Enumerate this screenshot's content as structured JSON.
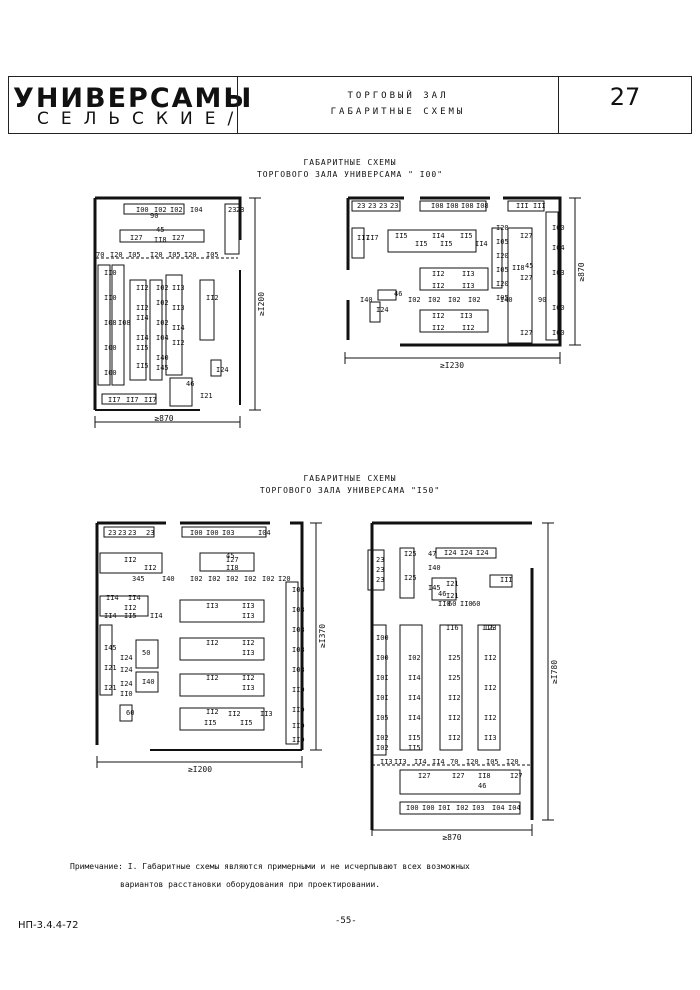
{
  "header": {
    "title": "УНИВЕРСАМЫ",
    "subtitle": "СЕЛЬСКИЕ/",
    "section_line1": "ТОРГОВЫЙ ЗАЛ",
    "section_line2": "ГАБАРИТНЫЕ СХЕМЫ",
    "page_number": "27"
  },
  "caption1": {
    "line1": "ГАБАРИТНЫЕ СХЕМЫ",
    "line2": "ТОРГОВОГО ЗАЛА УНИВЕРСАМА \" I00\""
  },
  "caption2": {
    "line1": "ГАБАРИТНЫЕ СХЕМЫ",
    "line2": "ТОРГОВОГО ЗАЛА УНИВЕРСАМА \"I50\""
  },
  "plans": {
    "p1": {
      "width": "≥870",
      "height": "≥I200"
    },
    "p2": {
      "width": "≥I230",
      "height": "≥870"
    },
    "p3": {
      "width": "≥I200",
      "height": "≥I370"
    },
    "p4": {
      "width": "≥870",
      "height": "≥I780"
    }
  },
  "labels": {
    "p1_top": [
      "I00",
      "I02",
      "I02",
      "I04"
    ],
    "p1_side": [
      "23",
      "23"
    ],
    "p1_row": [
      "70",
      "I20",
      "I05",
      "I20",
      "I05",
      "I20",
      "I05"
    ],
    "p1_bottom": [
      "II7",
      "II7",
      "II7"
    ],
    "p1_misc": [
      "I27",
      "I27",
      "II8",
      "45",
      "90",
      "I21",
      "I24",
      "46",
      "I45",
      "I40"
    ],
    "p1_col": [
      "II0",
      "II0",
      "I08",
      "I08",
      "I00",
      "I00"
    ],
    "p1_mid": [
      "II2",
      "II2",
      "II4",
      "II4",
      "II5",
      "II5",
      "I02",
      "I02",
      "I02",
      "I04",
      "II3",
      "II3",
      "II4",
      "II2",
      "II2"
    ],
    "p2_top": [
      "23",
      "23",
      "23",
      "23",
      "I08",
      "I08",
      "I08",
      "I08",
      "III",
      "III"
    ],
    "p2_right": [
      "I00",
      "I04",
      "I03",
      "I00",
      "I00"
    ],
    "p2_mid": [
      "II5",
      "II5",
      "II4",
      "II5",
      "II5",
      "II4",
      "II2",
      "II3",
      "II2",
      "II3",
      "II2",
      "II3",
      "II2",
      "II2",
      "I20",
      "I05",
      "I20",
      "I05",
      "I20",
      "I05",
      "I40",
      "I02",
      "I02",
      "I02",
      "I02",
      "I40",
      "90",
      "I27",
      "I27",
      "I27",
      "II8",
      "45",
      "46",
      "I24",
      "II7",
      "II7"
    ],
    "p3_top": [
      "23",
      "23",
      "23",
      "23",
      "I00",
      "I00",
      "I03",
      "I04"
    ],
    "p3_mid": [
      "II2",
      "II2",
      "I27",
      "45",
      "II8",
      "345",
      "I40",
      "I02",
      "I02",
      "I02",
      "I02",
      "I02",
      "I20",
      "II4",
      "II4",
      "II2",
      "II3",
      "II3",
      "II3",
      "II2",
      "II2",
      "II3",
      "II2",
      "II2",
      "II3",
      "II2",
      "II2",
      "II3",
      "II5",
      "II5",
      "II4",
      "II5",
      "II4",
      "50",
      "I40",
      "I45",
      "I21",
      "I21",
      "I24",
      "I24",
      "I24",
      "II0",
      "60",
      "II0",
      "60",
      "I24"
    ],
    "p3_right": [
      "I08",
      "I08",
      "I08",
      "I08",
      "I08",
      "II0",
      "II0",
      "II0",
      "II0"
    ],
    "p4_top": [
      "I24",
      "I24",
      "I24",
      "III"
    ],
    "p4_mid": [
      "23",
      "23",
      "23",
      "I25",
      "I25",
      "I45",
      "I40",
      "47",
      "I21",
      "I21",
      "46",
      "II0",
      "60",
      "II0",
      "60",
      "II6",
      "II6",
      "I23",
      "I00",
      "I00",
      "I0I",
      "I0I",
      "I05",
      "I02",
      "I02",
      "I02",
      "II4",
      "II4",
      "II4",
      "II5",
      "II5",
      "I25",
      "I25",
      "II2",
      "II2",
      "II2",
      "II2",
      "II2",
      "II2",
      "II3",
      "II3",
      "II3",
      "II4",
      "II4",
      "70",
      "I20",
      "I05",
      "I20",
      "I05",
      "I20",
      "I05",
      "I20"
    ],
    "p4_bottom": [
      "I27",
      "I27",
      "II8",
      "46",
      "I27",
      "I00",
      "I00",
      "I0I",
      "I02",
      "I03",
      "I04",
      "I04"
    ]
  },
  "note_line1": "Примечание: I. Габаритные схемы являются примерными и не исчерпывают всех возможных",
  "note_line2": "вариантов расстановки оборудования при проектировании.",
  "doc_code": "НП-3.4.4-72",
  "page_footer": "-55-"
}
